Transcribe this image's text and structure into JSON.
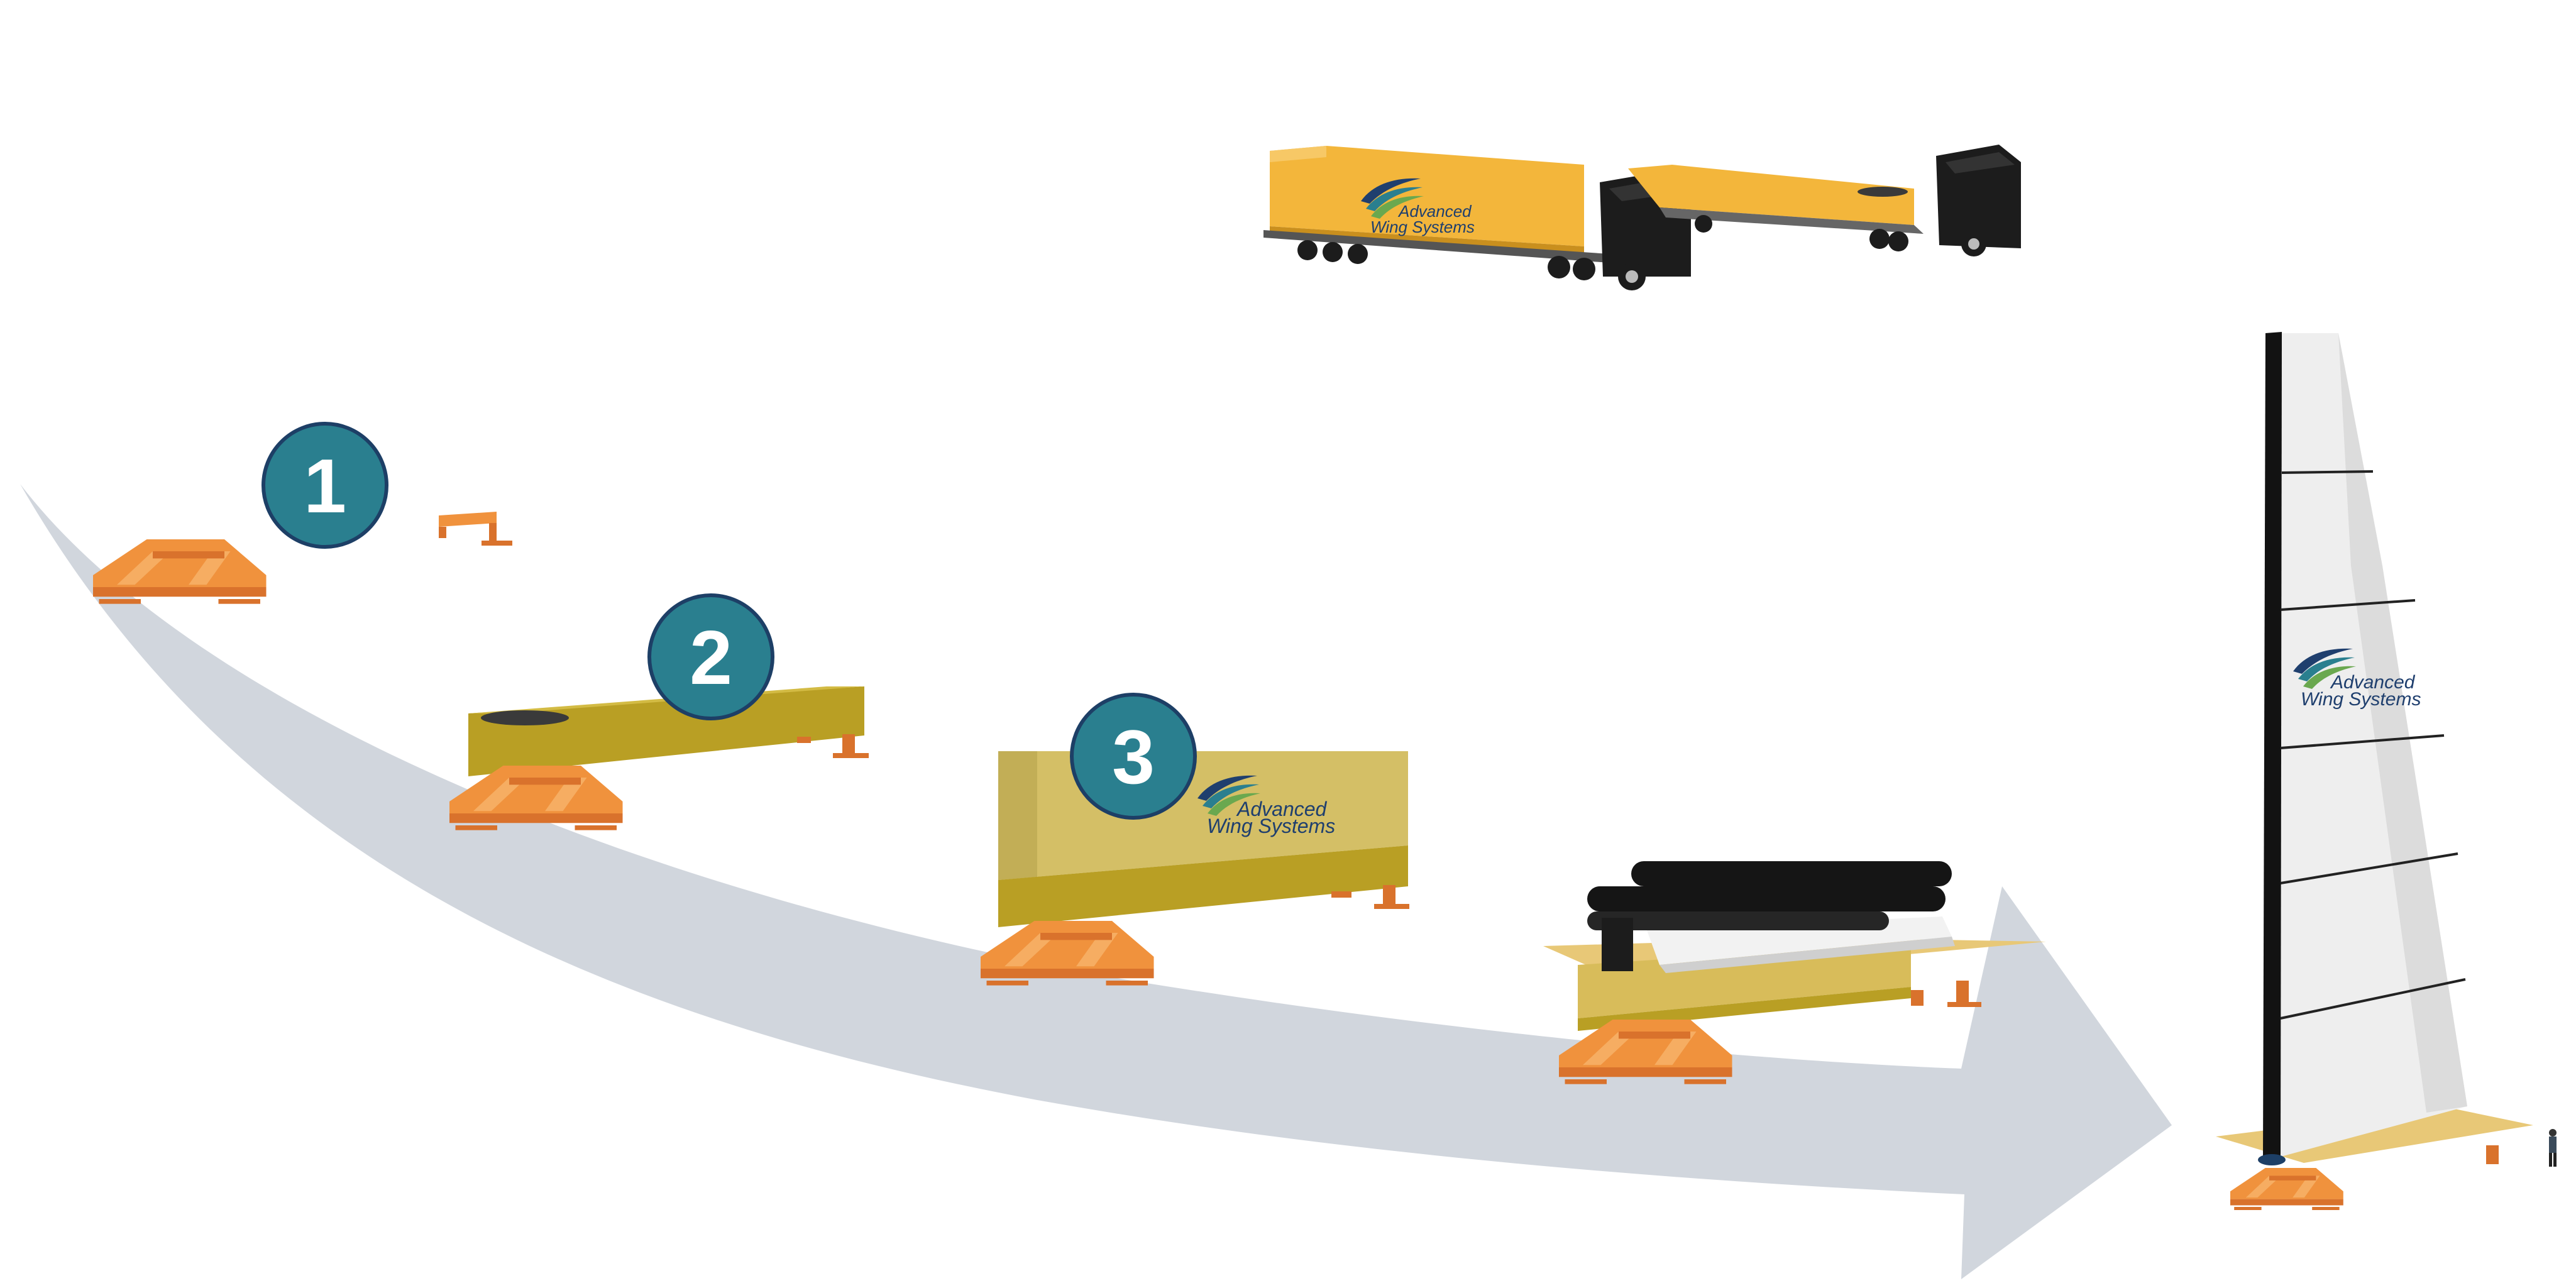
{
  "steps": [
    {
      "number": "1"
    },
    {
      "number": "2"
    },
    {
      "number": "3"
    }
  ],
  "logo": {
    "line1": "Advanced",
    "line2": "Wing Systems"
  },
  "colors": {
    "step_circle": "#2a7f8f",
    "step_outline": "#1d3f66",
    "arrow": "#d1d6dd",
    "frame_orange": "#f0923d",
    "container_yellow": "#f3b63b",
    "module_olive": "#b99f24",
    "truck_black": "#1c1c1c",
    "sail_white": "#eeeeee"
  }
}
